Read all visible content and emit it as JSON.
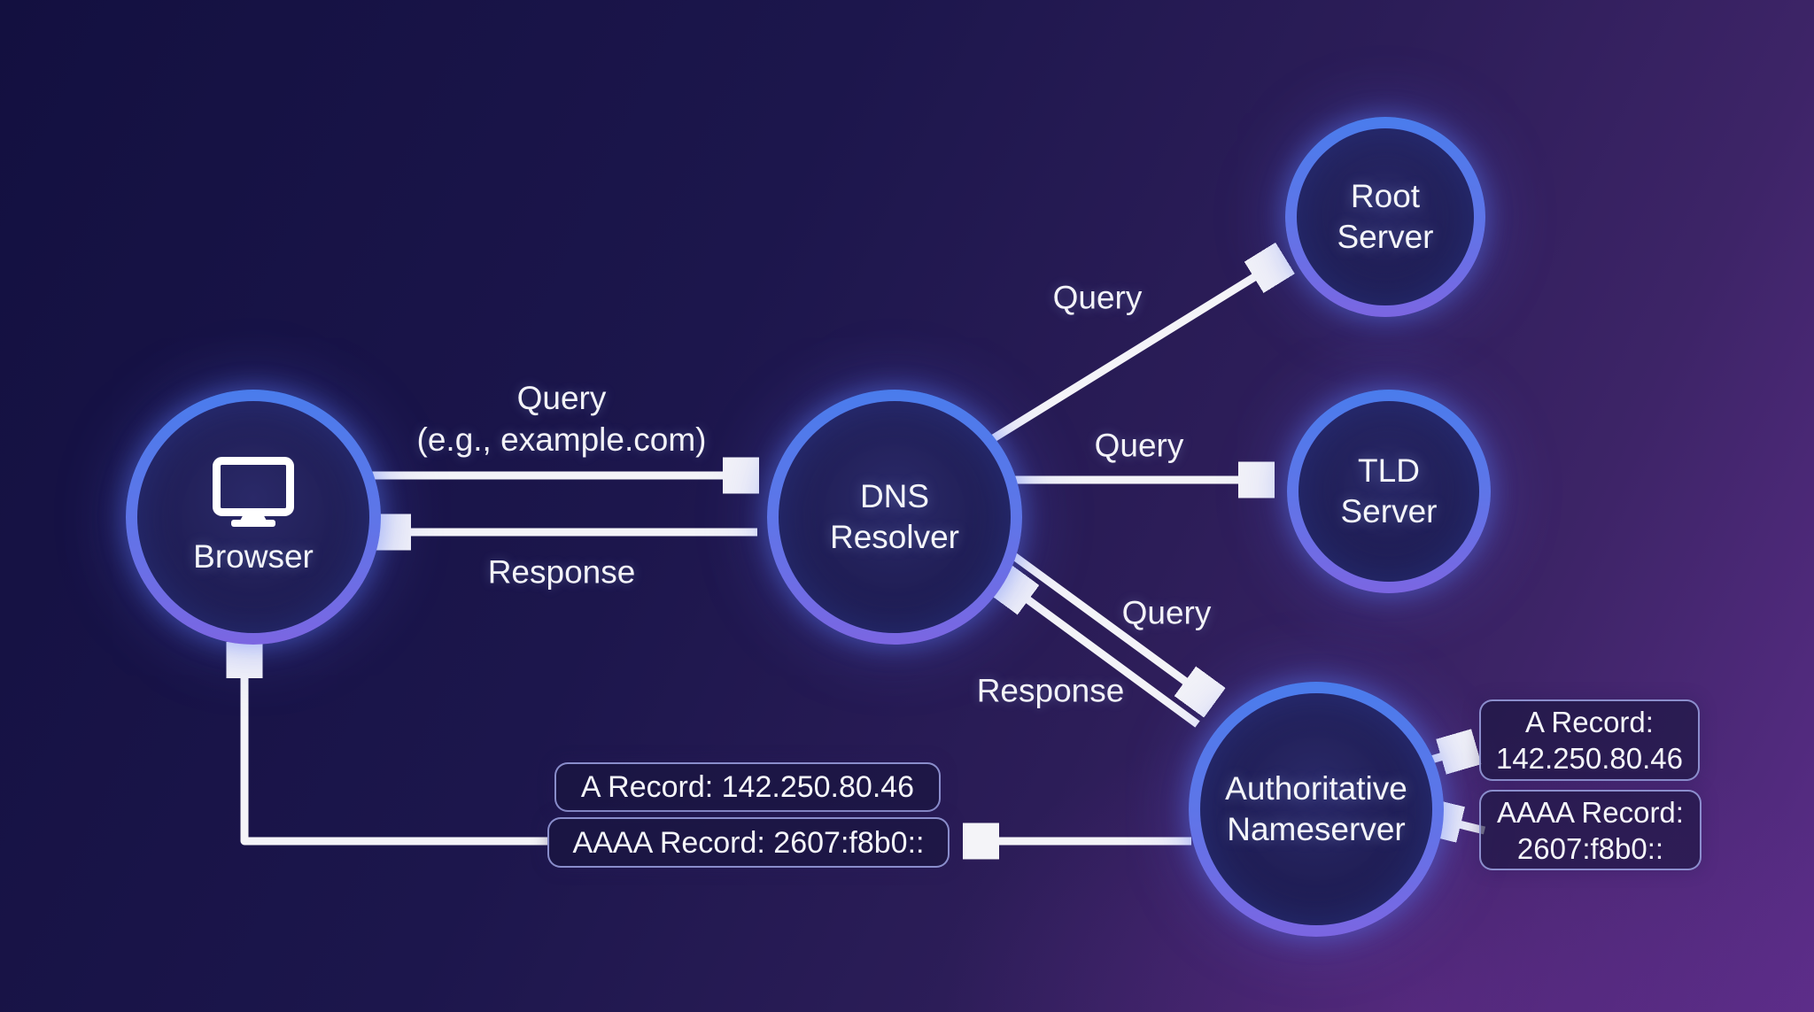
{
  "nodes": {
    "browser": {
      "lines": [
        "Browser"
      ],
      "icon": "monitor-icon"
    },
    "dns_resolver": {
      "lines": [
        "DNS",
        "Resolver"
      ]
    },
    "root_server": {
      "lines": [
        "Root",
        "Server"
      ]
    },
    "tld_server": {
      "lines": [
        "TLD",
        "Server"
      ]
    },
    "authoritative_nameserver": {
      "lines": [
        "Authoritative",
        "Nameserver"
      ]
    }
  },
  "edge_labels": {
    "browser_to_resolver": {
      "lines": [
        "Query",
        "(e.g., example.com)"
      ]
    },
    "resolver_to_browser": {
      "label": "Response"
    },
    "resolver_to_root": {
      "label": "Query"
    },
    "resolver_to_tld": {
      "label": "Query"
    },
    "resolver_to_authoritative": {
      "label": "Query"
    },
    "authoritative_to_resolver": {
      "label": "Response"
    }
  },
  "records": {
    "a_record_inline": {
      "label": "A Record: 142.250.80.46"
    },
    "aaaa_record_inline": {
      "label": "AAAA Record: 2607:f8b0::"
    },
    "a_record_callout": {
      "lines": [
        "A Record:",
        "142.250.80.46"
      ]
    },
    "aaaa_record_callout": {
      "lines": [
        "AAAA Record:",
        "2607:f8b0::"
      ]
    }
  },
  "colors": {
    "ring_blue": "#4a7cec",
    "ring_purple": "#7b66e2",
    "arrow_white": "#f4f4f8",
    "background_navy": "#131040",
    "background_purple": "#5b2d88"
  }
}
